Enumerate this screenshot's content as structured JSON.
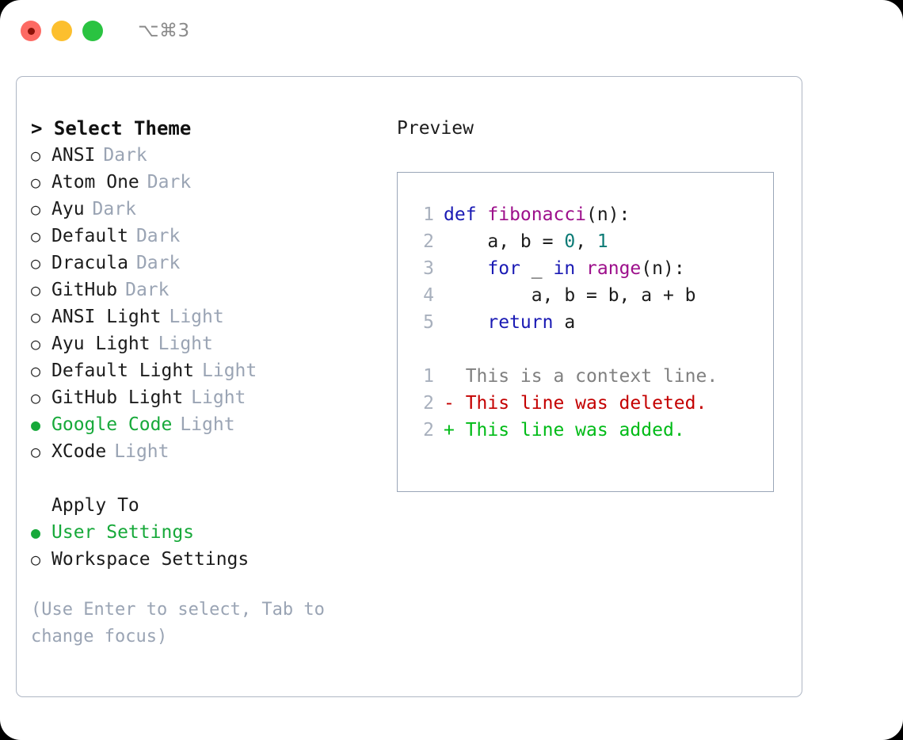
{
  "titlebar": {
    "shortcut": "⌥⌘3",
    "buttons": [
      {
        "name": "close",
        "color": "#fd6a63"
      },
      {
        "name": "minimize",
        "color": "#fcbf2e"
      },
      {
        "name": "maximize",
        "color": "#2ac341"
      }
    ]
  },
  "theme_picker": {
    "heading": "> Select Theme",
    "items": [
      {
        "bullet": "○",
        "label": "ANSI",
        "variant": "Dark",
        "selected": false
      },
      {
        "bullet": "○",
        "label": "Atom One",
        "variant": "Dark",
        "selected": false
      },
      {
        "bullet": "○",
        "label": "Ayu",
        "variant": "Dark",
        "selected": false
      },
      {
        "bullet": "○",
        "label": "Default",
        "variant": "Dark",
        "selected": false
      },
      {
        "bullet": "○",
        "label": "Dracula",
        "variant": "Dark",
        "selected": false
      },
      {
        "bullet": "○",
        "label": "GitHub",
        "variant": "Dark",
        "selected": false
      },
      {
        "bullet": "○",
        "label": "ANSI Light",
        "variant": "Light",
        "selected": false
      },
      {
        "bullet": "○",
        "label": "Ayu Light",
        "variant": "Light",
        "selected": false
      },
      {
        "bullet": "○",
        "label": "Default Light",
        "variant": "Light",
        "selected": false
      },
      {
        "bullet": "○",
        "label": "GitHub Light",
        "variant": "Light",
        "selected": false
      },
      {
        "bullet": "●",
        "label": "Google Code",
        "variant": "Light",
        "selected": true
      },
      {
        "bullet": "○",
        "label": "XCode",
        "variant": "Light",
        "selected": false
      }
    ]
  },
  "apply_to": {
    "heading": "Apply To",
    "items": [
      {
        "bullet": "●",
        "label": "User Settings",
        "selected": true
      },
      {
        "bullet": "○",
        "label": "Workspace Settings",
        "selected": false
      }
    ]
  },
  "hint": "(Use Enter to select, Tab to change focus)",
  "preview": {
    "title": "Preview",
    "code_lines": [
      {
        "ln": "1",
        "tokens": [
          {
            "t": "def ",
            "c": "kw"
          },
          {
            "t": "fibonacci",
            "c": "fn"
          },
          {
            "t": "(n):",
            "c": "txt"
          }
        ]
      },
      {
        "ln": "2",
        "tokens": [
          {
            "t": "    a, b = ",
            "c": "txt"
          },
          {
            "t": "0",
            "c": "num"
          },
          {
            "t": ", ",
            "c": "txt"
          },
          {
            "t": "1",
            "c": "num"
          }
        ]
      },
      {
        "ln": "3",
        "tokens": [
          {
            "t": "    ",
            "c": "txt"
          },
          {
            "t": "for",
            "c": "kw"
          },
          {
            "t": " _ ",
            "c": "txt"
          },
          {
            "t": "in",
            "c": "kw"
          },
          {
            "t": " ",
            "c": "txt"
          },
          {
            "t": "range",
            "c": "fn"
          },
          {
            "t": "(n):",
            "c": "txt"
          }
        ]
      },
      {
        "ln": "4",
        "tokens": [
          {
            "t": "        a, b = b, a + b",
            "c": "txt"
          }
        ]
      },
      {
        "ln": "5",
        "tokens": [
          {
            "t": "    ",
            "c": "txt"
          },
          {
            "t": "return",
            "c": "kw"
          },
          {
            "t": " a",
            "c": "txt"
          }
        ]
      }
    ],
    "diff_lines": [
      {
        "ln": "1",
        "tokens": [
          {
            "t": "  This is a context line.",
            "c": "ctx"
          }
        ]
      },
      {
        "ln": "2",
        "tokens": [
          {
            "t": "- This line was deleted.",
            "c": "del"
          }
        ]
      },
      {
        "ln": "2",
        "tokens": [
          {
            "t": "+ This line was added.",
            "c": "add"
          }
        ]
      }
    ]
  },
  "colors": {
    "accent_green": "#17a93a",
    "muted": "#9aa4b4",
    "keyword": "#1a1ab4",
    "function": "#9d0f8b",
    "number": "#0b7a75",
    "diff_added": "#00bb17",
    "diff_deleted": "#c40000",
    "border": "#aeb6c4"
  }
}
